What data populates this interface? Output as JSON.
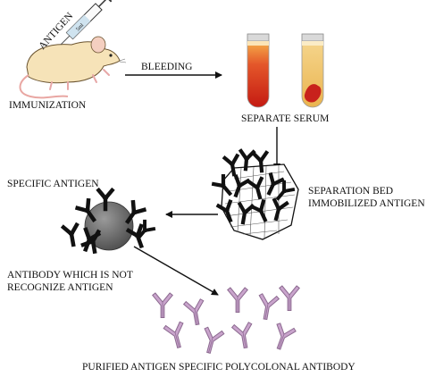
{
  "labels": {
    "antigen_syringe": "ANTIGEN",
    "immunization": "IMMUNIZATION",
    "bleeding": "BLEEDING",
    "separate_serum": "SEPARATE SERUM",
    "separation_bed_line1": "SEPARATION BED",
    "separation_bed_line2": "IMMOBILIZED ANTIGEN",
    "specific_antigen": "SPECIFIC ANTIGEN",
    "not_recognize_line1": "ANTIBODY WHICH IS NOT",
    "not_recognize_line2": "RECOGNIZE ANTIGEN",
    "purified": "PURIFIED ANTIGEN SPECIFIC POLYCOLONAL ANTIBODY"
  },
  "colors": {
    "ink": "#111111",
    "purified_antibody": "#c9a4cc",
    "purified_antibody_edge": "#8c6a90",
    "antigen_sphere": "#6f6f6f",
    "tube_blood": "#d23a1e",
    "tube_serum": "#f1c86a",
    "mouse_body": "#f6e3b8"
  }
}
